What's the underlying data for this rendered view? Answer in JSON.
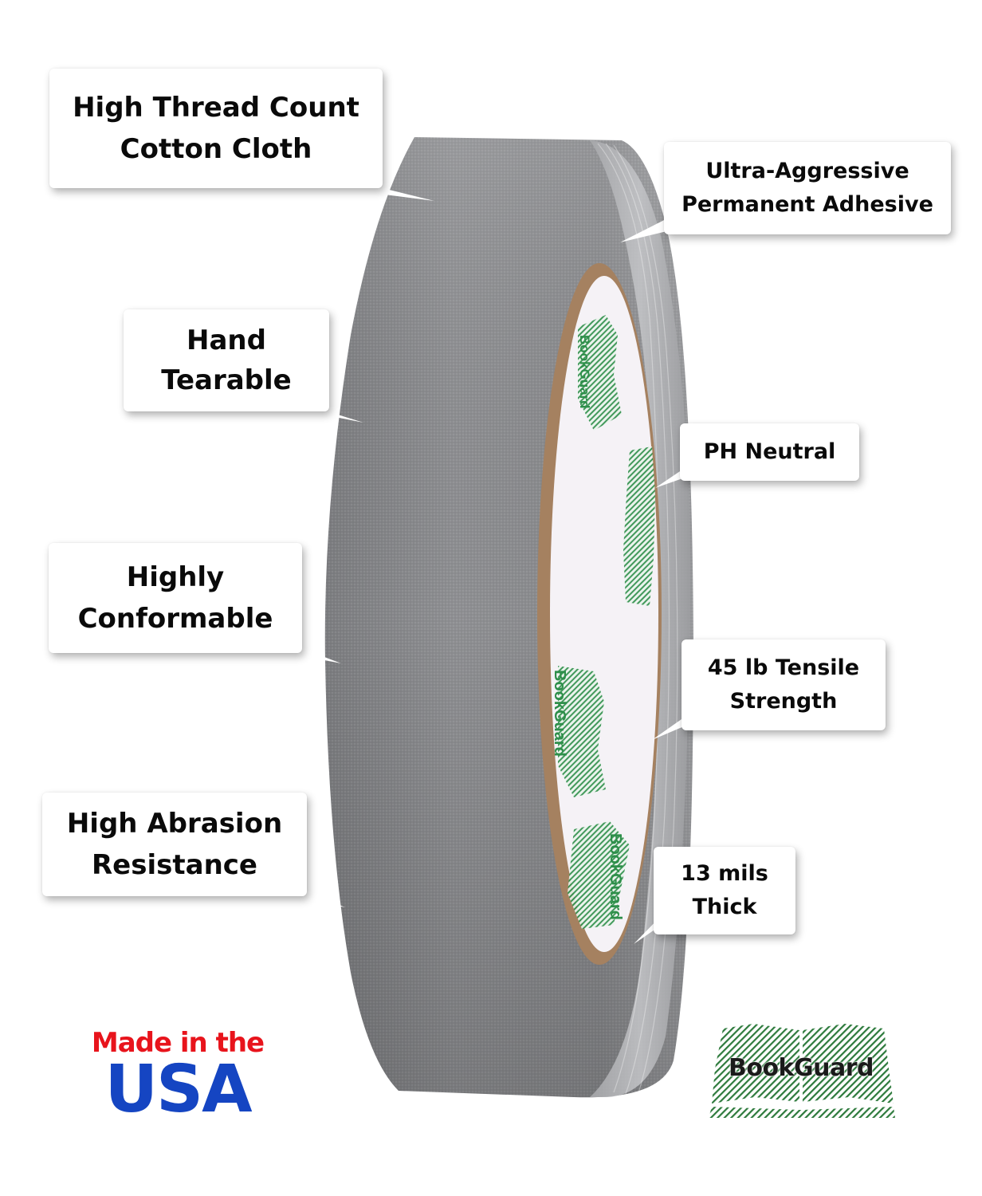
{
  "product": {
    "name": "BookGuard cloth tape roll",
    "tape_color": "#8a8b8d",
    "core_color": "#a58160",
    "core_print_color": "#2e8f4a",
    "core_print_text": "BookGuard"
  },
  "callouts": [
    {
      "id": "thread",
      "lines": [
        "High Thread Count",
        "Cotton Cloth"
      ]
    },
    {
      "id": "adhesive",
      "lines": [
        "Ultra-Aggressive",
        "Permanent Adhesive"
      ]
    },
    {
      "id": "hand",
      "lines": [
        "Hand",
        "Tearable"
      ]
    },
    {
      "id": "ph",
      "lines": [
        "PH Neutral"
      ]
    },
    {
      "id": "conform",
      "lines": [
        "Highly",
        "Conformable"
      ]
    },
    {
      "id": "tensile",
      "lines": [
        "45 lb Tensile",
        "Strength"
      ]
    },
    {
      "id": "abrasion",
      "lines": [
        "High Abrasion",
        "Resistance"
      ]
    },
    {
      "id": "mils",
      "lines": [
        "13 mils",
        "Thick"
      ]
    }
  ],
  "badge": {
    "line1": "Made in the",
    "line2": "USA",
    "line1_color": "#e8141c",
    "line2_color": "#1545c2"
  },
  "logo": {
    "text": "BookGuard",
    "hatch_color": "#2d7a3c"
  }
}
